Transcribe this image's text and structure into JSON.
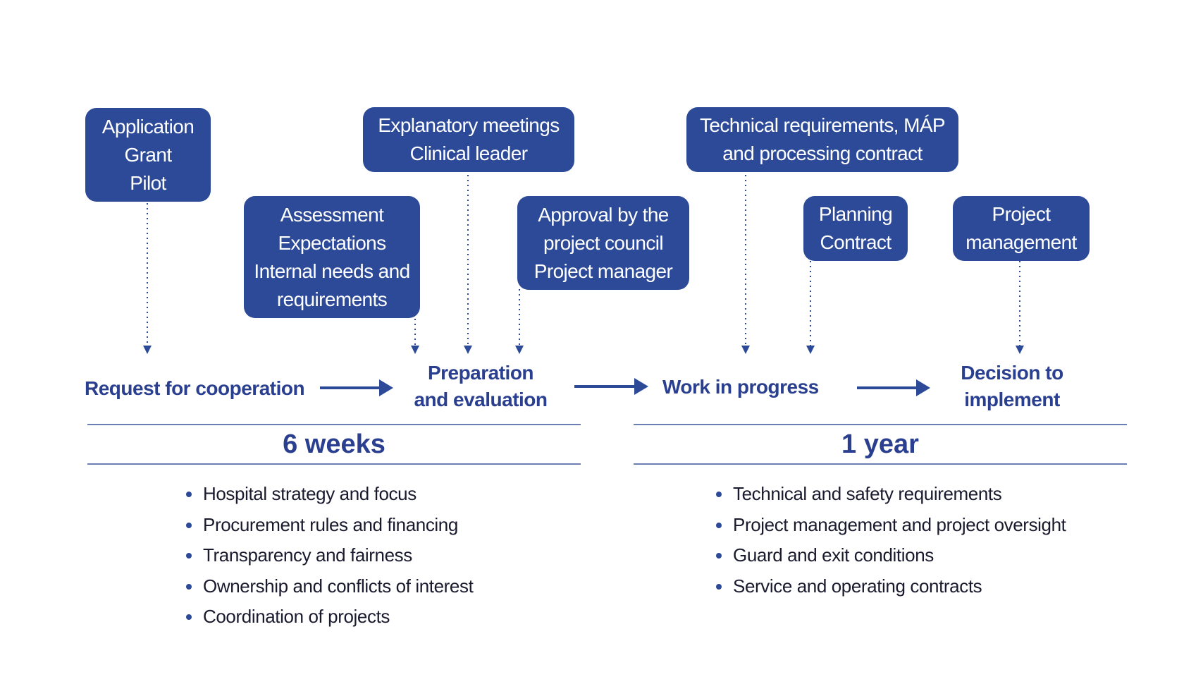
{
  "boxes": {
    "application": [
      "Application",
      "Grant",
      "Pilot"
    ],
    "assessment": [
      "Assessment",
      "Expectations",
      "Internal needs and",
      "requirements"
    ],
    "explanatory": [
      "Explanatory meetings",
      "Clinical leader"
    ],
    "approval": [
      "Approval by the",
      "project council",
      "Project manager"
    ],
    "technical": [
      "Technical requirements, MÁP",
      "and processing contract"
    ],
    "planning": [
      "Planning",
      "Contract"
    ],
    "project_management": [
      "Project",
      "management"
    ]
  },
  "stages": {
    "request": "Request for cooperation",
    "preparation": [
      "Preparation",
      "and evaluation"
    ],
    "work": "Work in progress",
    "decision": [
      "Decision to",
      "implement"
    ]
  },
  "durations": {
    "first": "6 weeks",
    "second": "1 year"
  },
  "lists": {
    "first": [
      "Hospital strategy and focus",
      "Procurement rules and financing",
      "Transparency and fairness",
      "Ownership and conflicts of interest",
      "Coordination of projects"
    ],
    "second": [
      "Technical and safety requirements",
      "Project management and project oversight",
      "Guard and exit conditions",
      "Service and operating contracts"
    ]
  },
  "colors": {
    "box_fill": "#2c4a97",
    "accent_text": "#2a3f8f",
    "rule": "#6b7fb5"
  }
}
